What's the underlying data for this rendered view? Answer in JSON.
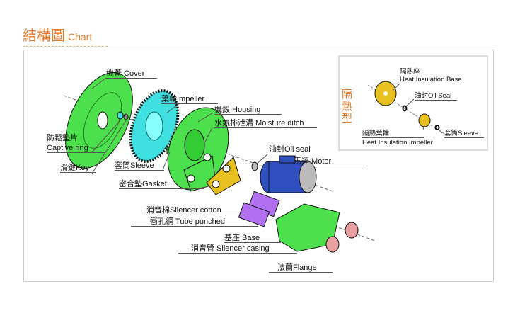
{
  "title": {
    "zh": "結構圖",
    "en": "Chart"
  },
  "labels": {
    "cover": "機蓋 Cover",
    "impeller": "葉輪Impeller",
    "housing": "機殼 Housing",
    "moisture": "水氣排泄溝 Moisture ditch",
    "oil_seal": "油封Oil seal",
    "motor": "馬達 Motor",
    "captive_zh": "防鬆墊片",
    "captive_en": "Captive ring",
    "key": "滑鍵Key",
    "sleeve": "套筒Sleeve",
    "gasket": "密合墊Gasket",
    "silencer_cotton": "消音棉Silencer cotton",
    "tube": "衝孔網  Tube punched",
    "base": "基座 Base",
    "silencer_casing": "消音管 Silencer casing",
    "flange": "法蘭Flange"
  },
  "inset": {
    "type": "隔熱型",
    "base_zh": "隔熱座",
    "base_en": "Heat Insulation Base",
    "oil_seal": "油封Oil Seal",
    "impeller_zh": "隔熱葉輪",
    "impeller_en": "Heat Insulation Impeller",
    "sleeve": "套筒Sleeve"
  },
  "colors": {
    "accent": "#e87a2c",
    "green": "#4de04d",
    "cyan": "#40e0e0",
    "purple": "#b070f0",
    "yellow": "#e8c020",
    "blue": "#3050c0"
  }
}
